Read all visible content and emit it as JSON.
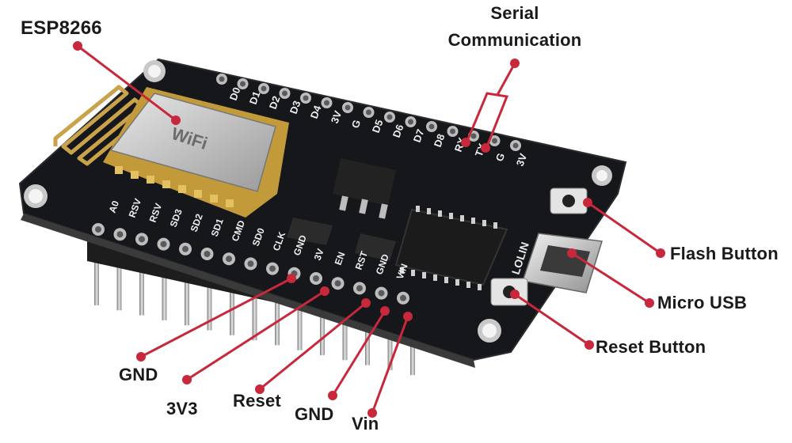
{
  "labels": {
    "esp8266": "ESP8266",
    "serial_line1": "Serial",
    "serial_line2": "Communication",
    "flash_button": "Flash Button",
    "micro_usb": "Micro USB",
    "reset_button": "Reset Button",
    "gnd_1": "GND",
    "v3v3": "3V3",
    "reset": "Reset",
    "gnd_2": "GND",
    "vin": "Vin"
  },
  "silkscreen": {
    "top_pins": [
      "A0",
      "RSV",
      "RSV",
      "SD3",
      "SD2",
      "SD1",
      "CMD",
      "SD0",
      "CLK",
      "GND",
      "3V",
      "EN",
      "RST",
      "GND",
      "VIN"
    ],
    "bottom_pins": [
      "D0",
      "D1",
      "D2",
      "D3",
      "D4",
      "3V",
      "G",
      "D5",
      "D6",
      "D7",
      "D8",
      "RX",
      "TX",
      "G",
      "3V"
    ],
    "module_text": "WiFi",
    "usb_brand": "LOLIN"
  },
  "colors": {
    "callout": "#c8283c",
    "board": "#15171b",
    "label_text": "#1a1a1a"
  }
}
